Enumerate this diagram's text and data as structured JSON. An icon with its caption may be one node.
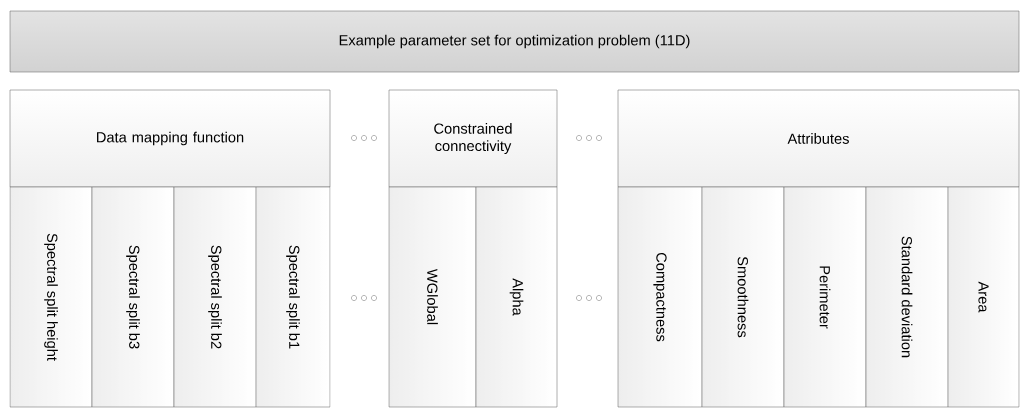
{
  "diagram": {
    "nodes": [
      {
        "text": [
          "Example parameter set for optimization problem (11D)"
        ]
      },
      {
        "text": [
          "Data mapping function"
        ]
      },
      {
        "text": [
          "Spectral split height"
        ]
      },
      {
        "text": [
          "Spectral split b3"
        ]
      },
      {
        "text": [
          "Spectral split b2"
        ]
      },
      {
        "text": [
          "Spectral split b1"
        ]
      },
      {
        "text": [
          "Constrained connectivity"
        ]
      },
      {
        "text": [
          "WGlobal"
        ]
      },
      {
        "text": [
          "Alpha"
        ]
      },
      {
        "text": [
          "Attributes"
        ]
      },
      {
        "text": [
          "Compactness"
        ]
      },
      {
        "text": [
          "Smoothness"
        ]
      },
      {
        "text": [
          "Perimeter"
        ]
      },
      {
        "text": [
          "Standard deviation"
        ]
      },
      {
        "text": [
          "Area"
        ]
      }
    ]
  }
}
